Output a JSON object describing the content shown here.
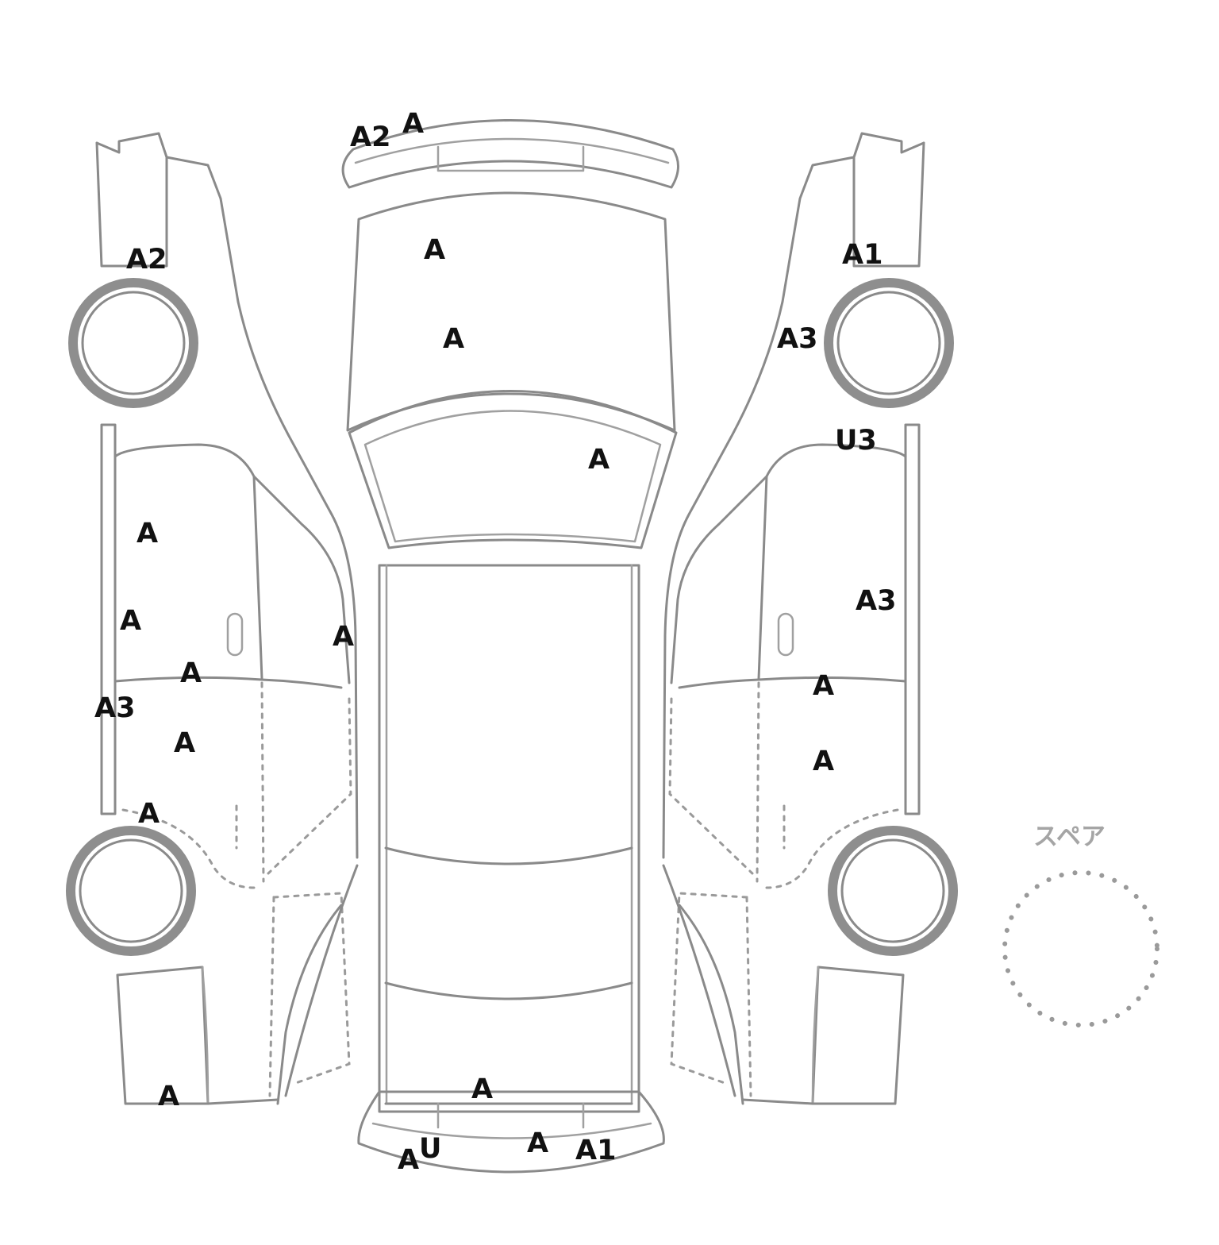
{
  "spare_label": "スペア",
  "marks": [
    "A2",
    "A",
    "A",
    "A",
    "A",
    "A2",
    "A1",
    "A3",
    "U3",
    "A",
    "A3",
    "A",
    "A",
    "A",
    "A3",
    "A",
    "A",
    "A",
    "A",
    "A",
    "A",
    "A",
    "A",
    "U",
    "A",
    "A1"
  ],
  "colors": {
    "outline": "#8a8a8a",
    "mark_text": "#111111",
    "spare_text": "#a5a5a5",
    "background": "#ffffff"
  }
}
